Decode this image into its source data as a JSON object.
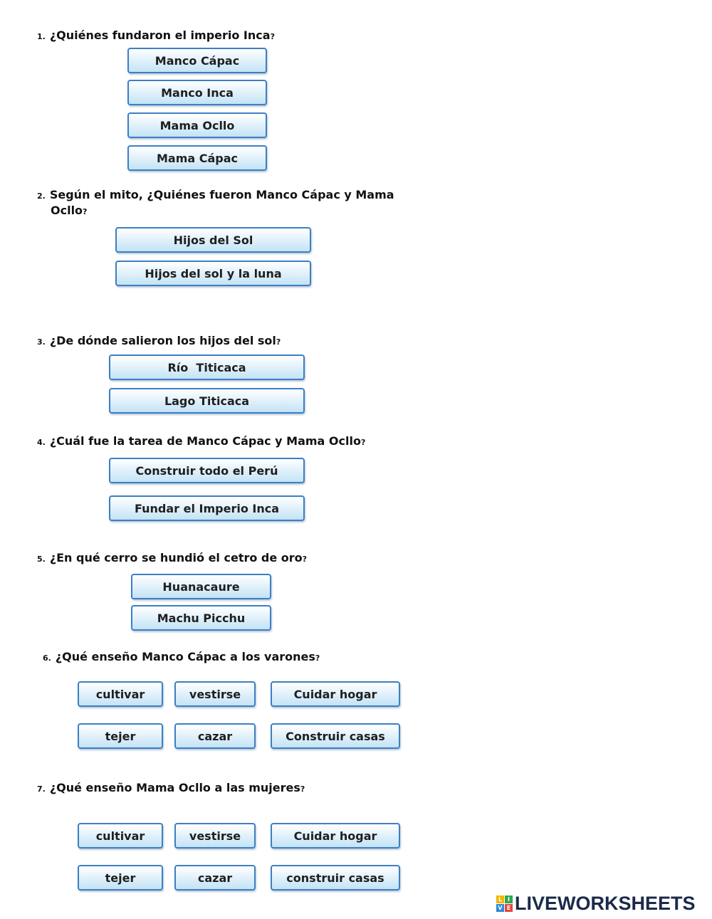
{
  "questions": [
    {
      "num": "1.",
      "text": "¿Quiénes fundaron el imperio Inca",
      "qmark": "?",
      "options": [
        "Manco Cápac",
        "Manco Inca",
        "Mama Ocllo",
        "Mama Cápac"
      ]
    },
    {
      "num": "2.",
      "text_line1": "Según el mito, ¿Quiénes fueron Manco Cápac y Mama",
      "text_line2": "Ocllo",
      "qmark": "?",
      "options": [
        "Hijos del Sol",
        "Hijos del sol y la luna"
      ]
    },
    {
      "num": "3.",
      "text": "¿De dónde salieron los hijos del sol",
      "qmark": "?",
      "options": [
        "Río  Titicaca",
        "Lago Titicaca"
      ]
    },
    {
      "num": "4.",
      "text": "¿Cuál fue la tarea de Manco Cápac y Mama Ocllo",
      "qmark": "?",
      "options": [
        "Construir todo el Perú",
        "Fundar el Imperio Inca"
      ]
    },
    {
      "num": "5.",
      "text": "¿En qué cerro se hundió el cetro de oro",
      "qmark": "?",
      "options": [
        "Huanacaure",
        "Machu Picchu"
      ]
    },
    {
      "num": "6.",
      "text": "¿Qué enseño Manco Cápac a los varones",
      "qmark": "?",
      "options": [
        "cultivar",
        "vestirse",
        "Cuidar hogar",
        "tejer",
        "cazar",
        "Construir casas"
      ]
    },
    {
      "num": "7.",
      "text": "¿Qué enseño Mama Ocllo a las mujeres",
      "qmark": "?",
      "options": [
        "cultivar",
        "vestirse",
        "Cuidar hogar",
        "tejer",
        "cazar",
        "construir casas"
      ]
    }
  ],
  "brand": {
    "name": "LIVEWORKSHEETS",
    "icon_letters": [
      "L",
      "I",
      "V",
      "E"
    ],
    "icon_colors": [
      "#f4b400",
      "#2fa84f",
      "#2d8ad8",
      "#e8453c"
    ],
    "text_color": "#1b2a4a"
  },
  "colors": {
    "button_border": "#3c7fc4",
    "button_fill": "#c3e3f6"
  }
}
